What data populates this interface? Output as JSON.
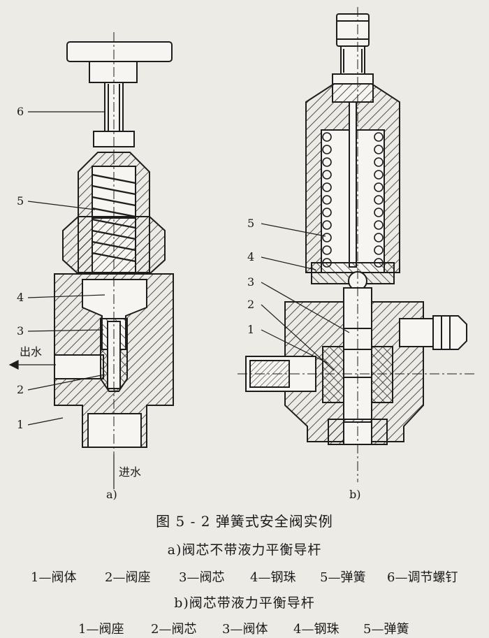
{
  "figure": {
    "caption": "图 5 - 2    弹簧式安全阀实例",
    "sub_a": {
      "tag": "a)",
      "title": "a)阀芯不带液力平衡导杆",
      "labels": [
        "1",
        "2",
        "3",
        "4",
        "5",
        "6"
      ],
      "flow_out": "出水",
      "flow_in": "进水",
      "legend": [
        "1—阀体",
        "2—阀座",
        "3—阀芯",
        "4—钢珠",
        "5—弹簧",
        "6—调节螺钉"
      ]
    },
    "sub_b": {
      "tag": "b)",
      "title": "b)阀芯带液力平衡导杆",
      "labels": [
        "1",
        "2",
        "3",
        "4",
        "5"
      ],
      "legend": [
        "1—阀座",
        "2—阀芯",
        "3—阀体",
        "4—钢珠",
        "5—弹簧"
      ]
    }
  },
  "colors": {
    "paper": "#ecebe6",
    "ink": "#1d1d1d",
    "hatch": "#2a2a2a",
    "bleed": "#c9c8c2"
  }
}
